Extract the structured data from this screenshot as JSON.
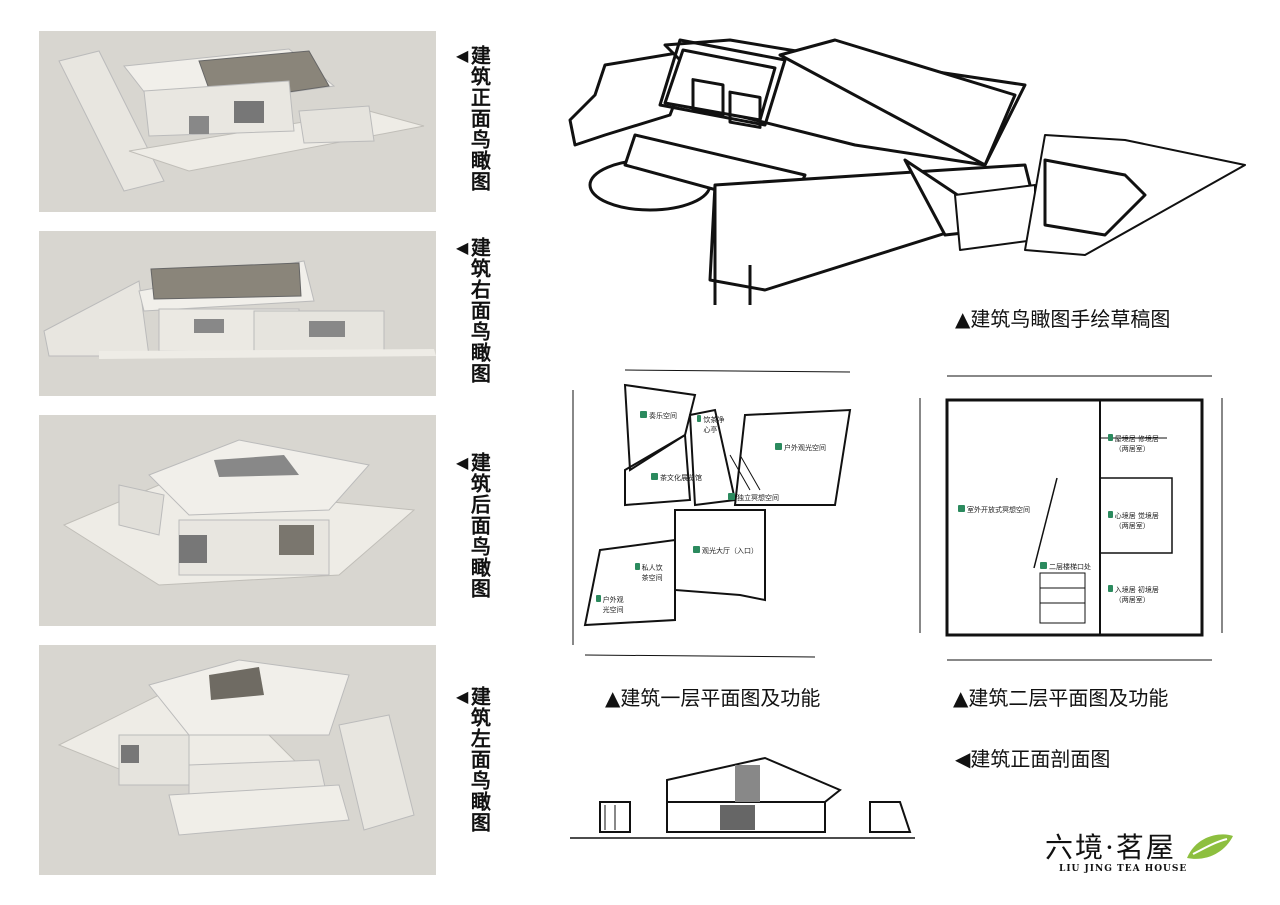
{
  "renders": [
    {
      "label": "建筑正面鸟瞰图"
    },
    {
      "label": "建筑右面鸟瞰图"
    },
    {
      "label": "建筑后面鸟瞰图"
    },
    {
      "label": "建筑左面鸟瞰图"
    }
  ],
  "captions": {
    "sketch": "▲建筑鸟瞰图手绘草稿图",
    "floor1": "▲建筑一层平面图及功能",
    "floor2": "▲建筑二层平面图及功能",
    "section": "◀建筑正面剖面图"
  },
  "triangle_left": "◀",
  "floor1_rooms": [
    {
      "label": "奏乐空间"
    },
    {
      "label": "饮茶净心亭"
    },
    {
      "label": "户外观光空间"
    },
    {
      "label": "茶文化展览馆"
    },
    {
      "label": "独立冥想空间"
    },
    {
      "label": "观光大厅（入口）"
    },
    {
      "label": "私人饮茶空间"
    },
    {
      "label": "户外观光空间"
    }
  ],
  "floor2_rooms": [
    {
      "label": "屋境居 修境居（两居室）"
    },
    {
      "label": "室外开放式冥想空间"
    },
    {
      "label": "心境居 觉境居（两居室）"
    },
    {
      "label": "二层楼梯口处"
    },
    {
      "label": "入境居 初境居（两居室）"
    }
  ],
  "logo": {
    "title": "六境·茗屋",
    "subtitle": "LIU JING TEA HOUSE"
  }
}
